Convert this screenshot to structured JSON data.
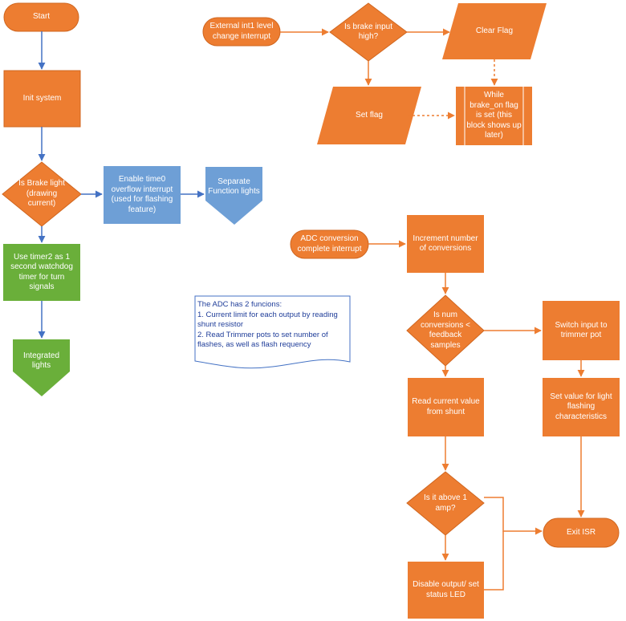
{
  "colors": {
    "orange": "#ed7d31",
    "orange_border": "#d0661f",
    "blue": "#6e9fd6",
    "green": "#6aaf3a",
    "arrow_blue": "#4472c4",
    "note_border": "#4472c4",
    "note_text": "#1f3d99"
  },
  "nodes": {
    "start": "Start",
    "init_system": "Init system",
    "is_brake_light": "Is Brake light\n(drawing\ncurrent)",
    "enable_time0": "Enable time0\noverflow interrupt\n(used for flashing\nfeature)",
    "separate_function_lights": "Separate\nFunction lights",
    "use_timer2": "Use timer2 as 1\nsecond watchdog\ntimer for turn\nsignals",
    "integrated_lights": "Integrated\nlights",
    "external_int1": "External int1 level\nchange interrupt",
    "is_brake_input_high": "Is brake input\nhigh?",
    "clear_flag": "Clear Flag",
    "set_flag": "Set flag",
    "while_brake_on": "While\nbrake_on flag\nis set (this\nblock shows up\nlater)",
    "adc_conversion": "ADC conversion\ncomplete interrupt",
    "increment_conversions": "Increment number\nof conversions",
    "is_num_conversions": "Is num\nconversions <\nfeedback\nsamples",
    "switch_input": "Switch input to\ntrimmer pot",
    "read_current": "Read current value\nfrom shunt",
    "set_value": "Set value for light\nflashing\ncharacteristics",
    "is_above_1_amp": "Is it above 1\namp?",
    "exit_isr": "Exit ISR",
    "disable_output": "Disable output/ set\nstatus LED"
  },
  "note": {
    "text": "The ADC has 2 funcions:\n1. Current limit for each output by reading\nshunt resistor\n2. Read Trimmer pots to set number of\nflashes, as well as flash requency"
  }
}
